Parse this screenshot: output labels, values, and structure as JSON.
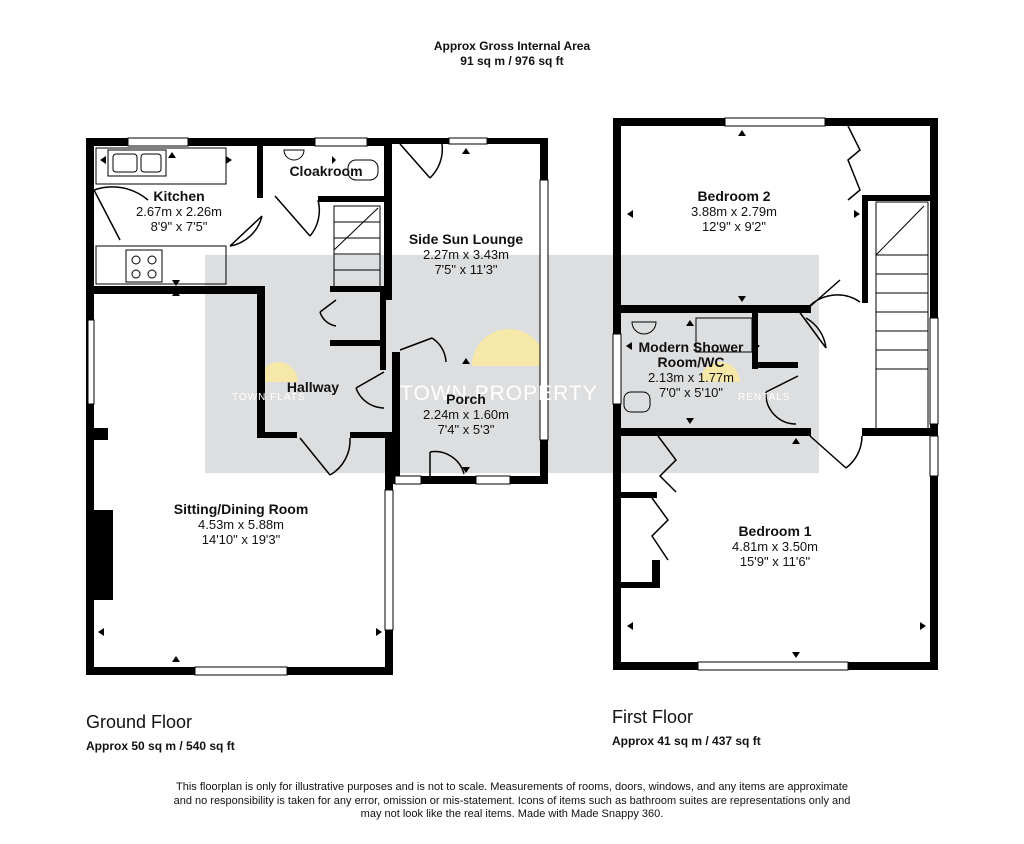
{
  "header": {
    "title": "Approx Gross Internal Area",
    "total_area": "91 sq m / 976 sq ft"
  },
  "ground_floor": {
    "title": "Ground Floor",
    "area": "Approx 50 sq m / 540 sq ft",
    "rooms": {
      "kitchen": {
        "name": "Kitchen",
        "metric": "2.67m x 2.26m",
        "imperial": "8'9\" x 7'5\""
      },
      "cloakroom": {
        "name": "Cloakroom"
      },
      "sun_lounge": {
        "name": "Side Sun Lounge",
        "metric": "2.27m x 3.43m",
        "imperial": "7'5\" x 11'3\""
      },
      "hallway": {
        "name": "Hallway"
      },
      "porch": {
        "name": "Porch",
        "metric": "2.24m x 1.60m",
        "imperial": "7'4\" x 5'3\""
      },
      "sitting": {
        "name": "Sitting/Dining Room",
        "metric": "4.53m x 5.88m",
        "imperial": "14'10\" x 19'3\""
      }
    }
  },
  "first_floor": {
    "title": "First Floor",
    "area": "Approx 41 sq m / 437 sq ft",
    "rooms": {
      "bedroom2": {
        "name": "Bedroom 2",
        "metric": "3.88m x 2.79m",
        "imperial": "12'9\" x 9'2\""
      },
      "shower": {
        "name_line1": "Modern Shower",
        "name_line2": "Room/WC",
        "metric": "2.13m x 1.77m",
        "imperial": "7'0\" x 5'10\""
      },
      "bedroom1": {
        "name": "Bedroom 1",
        "metric": "4.81m x 3.50m",
        "imperial": "15'9\" x 11'6\""
      }
    }
  },
  "watermark": {
    "brand": "TOWN PROPERTY",
    "left": "TOWN FLATS",
    "right": "RENTALS"
  },
  "disclaimer": {
    "line1": "This floorplan is only for illustrative purposes and is not to scale. Measurements of rooms, doors, windows, and any items are approximate",
    "line2": "and no responsibility is taken for any error, omission or mis-statement. Icons of items such as bathroom suites are representations only and",
    "line3": "may not look like the real items. Made with Made Snappy 360."
  },
  "colors": {
    "wall": "#000000",
    "watermark_band": "#d6d8db",
    "sun": "#f7e9a3"
  }
}
